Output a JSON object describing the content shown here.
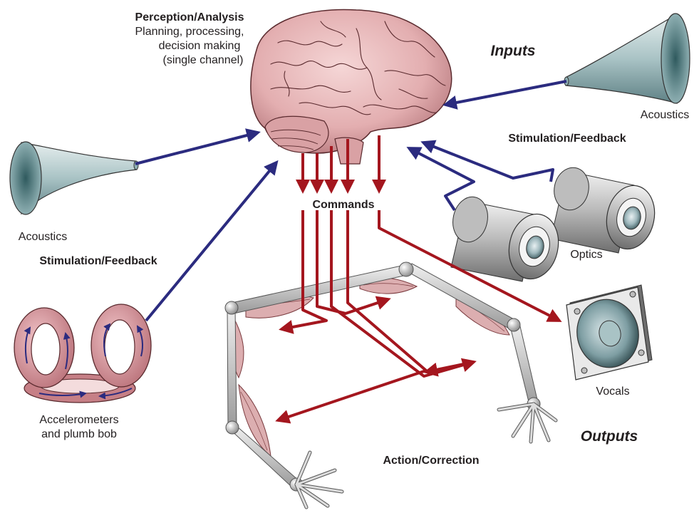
{
  "labels": {
    "perception_title": "Perception/Analysis",
    "perception_line1": "Planning, processing,",
    "perception_line2": "decision making",
    "perception_line3": "(single channel)",
    "inputs": "Inputs",
    "acoustics_right": "Acoustics",
    "stim_feedback_right": "Stimulation/Feedback",
    "acoustics_left": "Acoustics",
    "stim_feedback_left": "Stimulation/Feedback",
    "commands": "Commands",
    "optics": "Optics",
    "vocals": "Vocals",
    "accel_line1": "Accelerometers",
    "accel_line2": "and plumb bob",
    "outputs": "Outputs",
    "action_correction": "Action/Correction"
  },
  "colors": {
    "input_arrow": "#2b2b7f",
    "command_arrow": "#a4161e",
    "brain": "#e3aeb0",
    "brain_line": "#5a2a2e",
    "horn": "#8fb0b3",
    "metal": "#c4c4c4",
    "vestibular": "#d99aa0",
    "muscle": "#dcaeb0"
  }
}
